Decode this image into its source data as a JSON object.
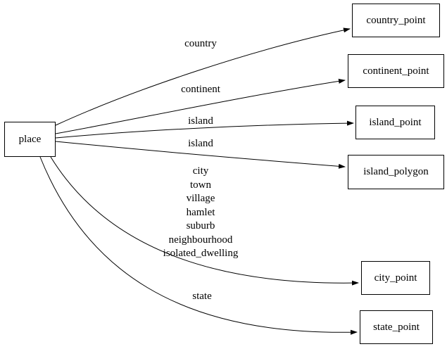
{
  "diagram": {
    "type": "graph",
    "nodes": [
      {
        "id": "place",
        "label": "place"
      },
      {
        "id": "country_point",
        "label": "country_point"
      },
      {
        "id": "continent_point",
        "label": "continent_point"
      },
      {
        "id": "island_point",
        "label": "island_point"
      },
      {
        "id": "island_polygon",
        "label": "island_polygon"
      },
      {
        "id": "city_point",
        "label": "city_point"
      },
      {
        "id": "state_point",
        "label": "state_point"
      }
    ],
    "edges": [
      {
        "from": "place",
        "to": "country_point",
        "label": "country"
      },
      {
        "from": "place",
        "to": "continent_point",
        "label": "continent"
      },
      {
        "from": "place",
        "to": "island_point",
        "label": "island"
      },
      {
        "from": "place",
        "to": "island_polygon",
        "label": "island"
      },
      {
        "from": "place",
        "to": "city_point",
        "labels": [
          "city",
          "town",
          "village",
          "hamlet",
          "suburb",
          "neighbourhood",
          "isolated_dwelling"
        ]
      },
      {
        "from": "place",
        "to": "state_point",
        "label": "state"
      }
    ],
    "colors": {
      "edge": "#000000",
      "node_border": "#000000",
      "node_fill": "#ffffff",
      "text": "#000000",
      "background": "#ffffff"
    }
  }
}
